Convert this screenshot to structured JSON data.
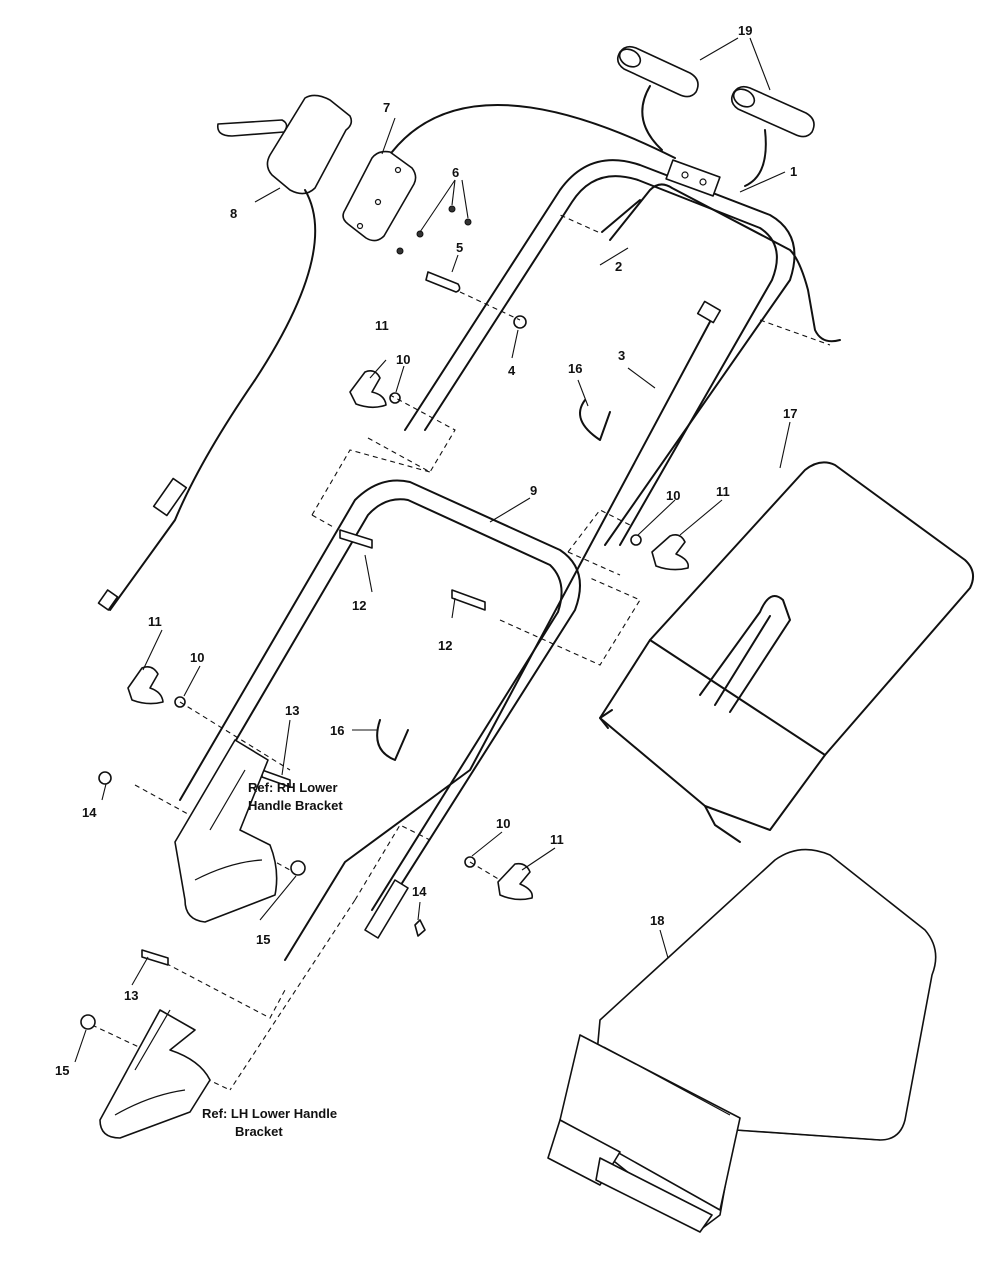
{
  "callouts": [
    {
      "n": "1"
    },
    {
      "n": "2"
    },
    {
      "n": "3"
    },
    {
      "n": "4"
    },
    {
      "n": "5"
    },
    {
      "n": "6"
    },
    {
      "n": "7"
    },
    {
      "n": "8"
    },
    {
      "n": "9"
    },
    {
      "n": "10"
    },
    {
      "n": "10"
    },
    {
      "n": "10"
    },
    {
      "n": "10"
    },
    {
      "n": "11"
    },
    {
      "n": "11"
    },
    {
      "n": "11"
    },
    {
      "n": "11"
    },
    {
      "n": "12"
    },
    {
      "n": "12"
    },
    {
      "n": "13"
    },
    {
      "n": "13"
    },
    {
      "n": "14"
    },
    {
      "n": "14"
    },
    {
      "n": "15"
    },
    {
      "n": "15"
    },
    {
      "n": "16"
    },
    {
      "n": "16"
    },
    {
      "n": "17"
    },
    {
      "n": "18"
    },
    {
      "n": "19"
    }
  ],
  "refs": {
    "rh_line1": "Ref: RH Lower",
    "rh_line2": "Handle Bracket",
    "lh_line1": "Ref: LH Lower Handle",
    "lh_line2": "Bracket"
  }
}
